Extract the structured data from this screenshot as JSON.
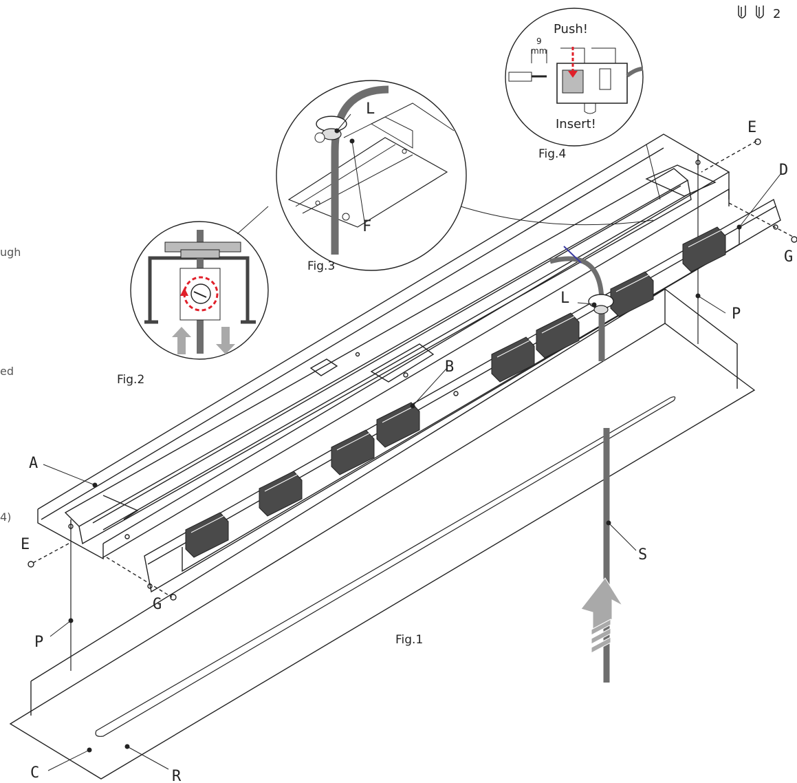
{
  "page_marker": "2",
  "callouts": {
    "A": "A",
    "B": "B",
    "C": "C",
    "D": "D",
    "E_left": "E",
    "E_right": "E",
    "F": "F",
    "G_left": "G",
    "G_right": "G",
    "L_fig3": "L",
    "L_main": "L",
    "P_left": "P",
    "P_right": "P",
    "R": "R",
    "S": "S"
  },
  "figures": {
    "fig1": "Fig.1",
    "fig2": "Fig.2",
    "fig3": "Fig.3",
    "fig4": "Fig.4"
  },
  "fig4_labels": {
    "push": "Push!",
    "insert": "Insert!",
    "strip_value": "9",
    "strip_unit": "mm"
  },
  "edge_text": {
    "t1": "ugh",
    "t2": "ed",
    "t3": "4)"
  },
  "colors": {
    "line": "#222222",
    "cable": "#6e6e6e",
    "accent": "#e0202a",
    "arrow": "#a9a9a9",
    "connector": "#4a4a4a"
  }
}
